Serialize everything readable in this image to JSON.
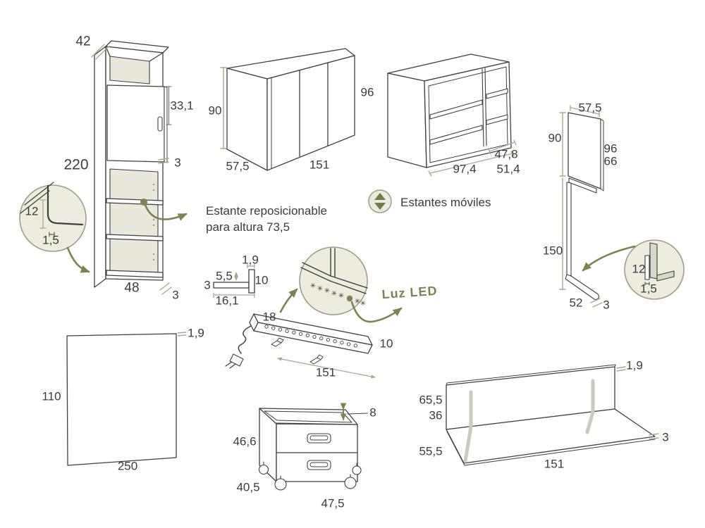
{
  "icons": {
    "led_star": "✳"
  },
  "colors": {
    "line": "#3f3f3f",
    "dim_line": "#a9a78c",
    "accent_green": "#76864f",
    "detail_fill": "#edecdf",
    "circle_border": "#9aa083"
  },
  "notes": {
    "repositionable_line1": "Estante reposicionable",
    "repositionable_line2": "para altura 73,5",
    "movable_shelves": "Estantes móviles",
    "led_label": "Luz LED"
  },
  "pieces": {
    "tall_cabinet": {
      "top_width": "42",
      "height": "220",
      "door_to_handle": "33,1",
      "shelf_thickness": "3",
      "bottom_width": "48",
      "side_thickness": "3",
      "groove_depth": "12",
      "groove_width": "1,5"
    },
    "three_door_cabinet": {
      "front_height": "90",
      "total_height": "96",
      "depth": "57,5",
      "width": "151"
    },
    "open_shelving": {
      "depth": "47,8",
      "left_section_width": "97,4",
      "right_section_width": "51,4"
    },
    "side_panel_leg": {
      "top_width": "57,5",
      "panel_height": "90",
      "height_a": "96",
      "height_b": "66",
      "leg_height": "150",
      "foot_length": "52",
      "foot_thickness": "3",
      "groove_depth": "12",
      "groove_width": "1,5"
    },
    "wall_bracket_profile": {
      "top_thickness": "1,9",
      "offset": "5,5",
      "bar_thickness": "3",
      "height": "10",
      "length": "16,1"
    },
    "led_bar": {
      "end_width": "18",
      "bar_height": "10",
      "length": "151"
    },
    "back_panel": {
      "height": "110",
      "width": "250",
      "thickness": "1,9"
    },
    "drawer_unit": {
      "rim_height": "8",
      "body_height": "46,6",
      "depth": "40,5",
      "width": "47,5"
    },
    "wall_shelf": {
      "panel_thickness": "1,9",
      "total_height": "65,5",
      "back_height": "36",
      "depth": "55,5",
      "width": "151",
      "shelf_thickness": "3"
    }
  }
}
